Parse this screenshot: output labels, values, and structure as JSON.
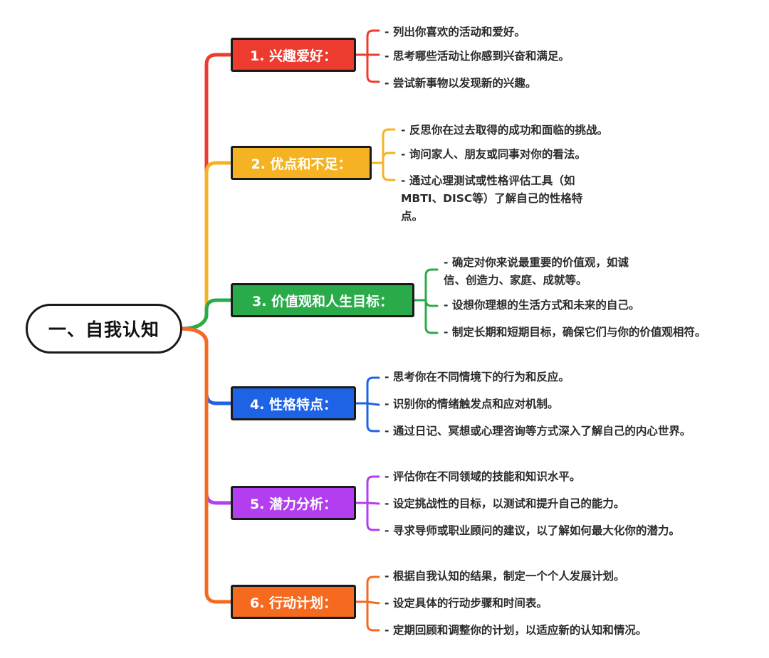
{
  "root": {
    "label": "一、自我认知"
  },
  "branches": [
    {
      "label": "1. 兴趣爱好：",
      "color": "#ee3b2f",
      "items": [
        "- 列出你喜欢的活动和爱好。",
        "- 思考哪些活动让你感到兴奋和满足。",
        "- 尝试新事物以发现新的兴趣。"
      ]
    },
    {
      "label": "2. 优点和不足：",
      "color": "#f5b323",
      "items": [
        "- 反思你在过去取得的成功和面临的挑战。",
        "- 询问家人、朋友或同事对你的看法。",
        "- 通过心理测试或性格评估工具（如\nMBTI、DISC等）了解自己的性格特\n点。"
      ]
    },
    {
      "label": "3. 价值观和人生目标：",
      "color": "#2aab4a",
      "items": [
        "- 确定对你来说最重要的价值观，如诚\n信、创造力、家庭、成就等。",
        "- 设想你理想的生活方式和未来的自己。",
        "- 制定长期和短期目标，确保它们与你的价值观相符。"
      ]
    },
    {
      "label": "4. 性格特点：",
      "color": "#1e63e6",
      "items": [
        "- 思考你在不同情境下的行为和反应。",
        "- 识别你的情绪触发点和应对机制。",
        "- 通过日记、冥想或心理咨询等方式深入了解自己的内心世界。"
      ]
    },
    {
      "label": "5. 潜力分析：",
      "color": "#b23ef0",
      "items": [
        "- 评估你在不同领域的技能和知识水平。",
        "- 设定挑战性的目标，以测试和提升自己的能力。",
        "- 寻求导师或职业顾问的建议，以了解如何最大化你的潜力。"
      ]
    },
    {
      "label": "6. 行动计划：",
      "color": "#f56a1f",
      "items": [
        "- 根据自我认知的结果，制定一个个人发展计划。",
        "- 设定具体的行动步骤和时间表。",
        "- 定期回顾和调整你的计划，以适应新的认知和情况。"
      ]
    }
  ]
}
